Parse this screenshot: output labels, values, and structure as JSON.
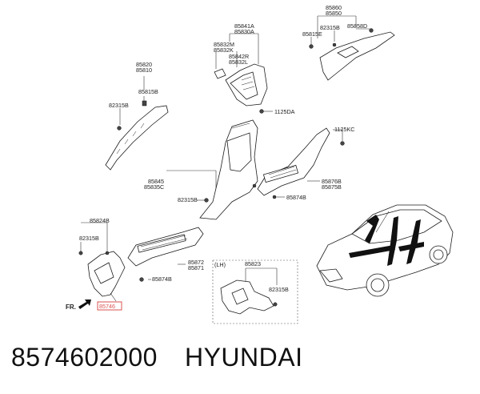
{
  "caption": {
    "part_number": "8574602000",
    "brand": "HYUNDAI"
  },
  "labels": {
    "p85841A": "85841A",
    "p85830A": "85830A",
    "p85860": "85860",
    "p85850": "85850",
    "p82315B_tr": "82315B",
    "p85858D": "85858D",
    "p85815E": "85815E",
    "p85832M": "85832M",
    "p85832K": "85832K",
    "p85842R": "85842R",
    "p85832L": "85832L",
    "p85820": "85820",
    "p85810": "85810",
    "p85815B": "85815B",
    "p82315B_l": "82315B",
    "p1125DA": "1125DA",
    "p1125KC": "1125KC",
    "p85845": "85845",
    "p85835C": "85835C",
    "p82315B_m": "82315B",
    "p85876B": "85876B",
    "p85875B": "85875B",
    "p85874B_r": "85874B",
    "p85824B": "85824B",
    "p82315B_bl": "82315B",
    "p85872": "85872",
    "p85871": "85871",
    "p85874B_b": "85874B",
    "lh": "(LH)",
    "p85823": "85823",
    "p82315B_lh": "82315B",
    "fr": "FR.",
    "p85746": "85746"
  },
  "colors": {
    "highlight": "#d9534f",
    "line": "#333333"
  }
}
